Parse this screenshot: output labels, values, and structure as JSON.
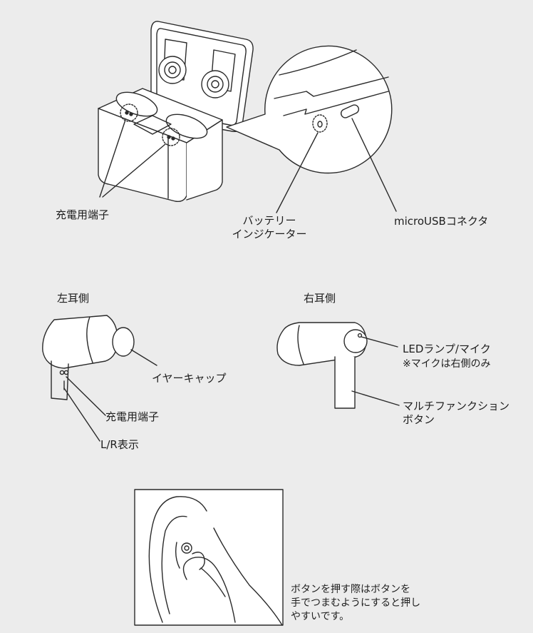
{
  "case_labels": {
    "charging_terminal": "充電用端子",
    "battery_indicator_line1": "バッテリー",
    "battery_indicator_line2": "インジケーター",
    "micro_usb": "microUSBコネクタ"
  },
  "left_ear": {
    "title": "左耳側",
    "ear_cap": "イヤーキャップ",
    "charging_terminal": "充電用端子",
    "lr_mark": "L/R表示"
  },
  "right_ear": {
    "title": "右耳側",
    "led_mic": "LEDランプ/マイク",
    "mic_note": "※マイクは右側のみ",
    "multifunction_line1": "マルチファンクション",
    "multifunction_line2": "ボタン"
  },
  "usage_tip": {
    "line1": "ボタンを押す際はボタンを",
    "line2": "手でつまむようにすると押し",
    "line3": "やすいです。"
  },
  "colors": {
    "background": "#ececec",
    "line": "#2a2a2a",
    "fill": "#ffffff"
  }
}
